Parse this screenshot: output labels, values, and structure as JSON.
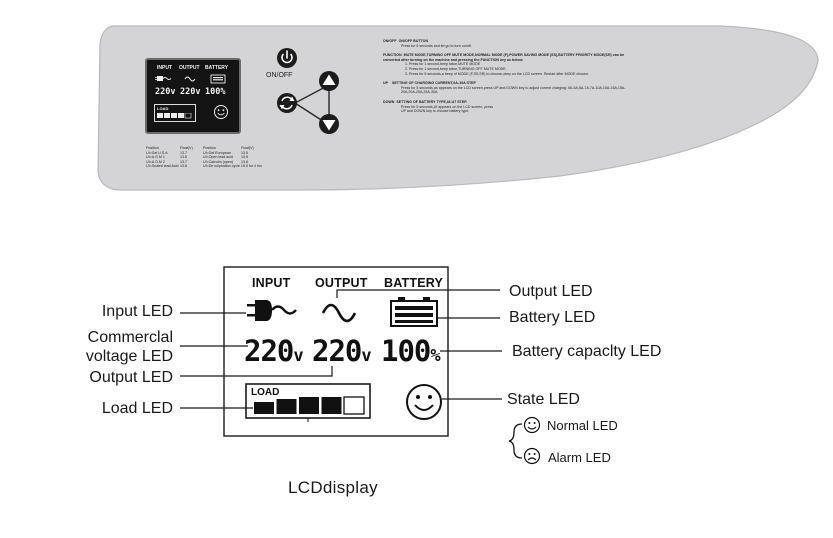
{
  "panel": {
    "power_button_label": "ON/OFF",
    "mini_lcd": {
      "input": "INPUT",
      "output": "OUTPUT",
      "battery": "BATTERY",
      "input_voltage": "220v",
      "output_voltage": "220v",
      "battery_percent": "100%",
      "load": "LOAD"
    },
    "table_left": {
      "col1": "Position",
      "col2": "Float(V)",
      "rows": [
        [
          "UI=Gel U.S.A",
          "13.7"
        ],
        [
          "UI=A.G.M 1",
          "13.6"
        ],
        [
          "UI=A.G.M 2",
          "13.7"
        ],
        [
          "UI=Sealed lead Acid",
          "13.6"
        ]
      ]
    },
    "table_right": {
      "col1": "Position",
      "col2": "Float(V)",
      "rows": [
        [
          "UI=Gel European",
          "13.5"
        ],
        [
          "UI=Open lead acid",
          "13.5"
        ],
        [
          "UI=Calcuim (open)",
          "13.6"
        ],
        [
          "UI=De sulphation cycle 15.5 for 4 hrs",
          ""
        ]
      ]
    },
    "instructions": [
      {
        "key": "ON/OFF",
        "text": "ON/OFF BUTTON",
        "sub": [
          "Press for 5 seconds and let go to turn on/off."
        ]
      },
      {
        "key": "FUNCTION",
        "text": "MUTE MODE,TURNING OFF MUTE MODE,NORMAL MODE (F),POWER SAVING MODE (SS),BATTERY PRIORITY MODE(SR) can be converted after turning on the machine and pressing the FUNCTION key as below:",
        "sub": [
          "1. Press for 1 second,beep twice,MUTE MODE",
          "2. Press for 1 second,beep twice,TURNING OFF MUTE MODE.",
          "3. Press for 5 seconds,a beep of MODE (F,SS,SR) to choose,obey on the LCD screen. Restart after MODE chosen."
        ]
      },
      {
        "key": "UP",
        "text": "SETTING OF CHARGING CURRENT,0A-10A STEP",
        "sub": [
          "Press for 5 seconds,an appears on the LCD screen,press UP and DOWN key to adjust current charging: 0A-5A,5A-7A,7A-10A,10A-15A,15A-20A,20A-25A,25A-30A."
        ]
      },
      {
        "key": "DOWN",
        "text": "SETTING OF BATTERY TYPE,UI-U7 STEP.",
        "sub": [
          "Press for 5 seconds,UI appears on the LCD screen, press",
          "UP and DOWN key to choose battery type."
        ]
      }
    ]
  },
  "lcd": {
    "headers": {
      "input": "INPUT",
      "output": "OUTPUT",
      "battery": "BATTERY"
    },
    "input_voltage": "220",
    "output_voltage": "220",
    "volt_unit": "v",
    "battery_value": "100",
    "battery_unit": "%",
    "load_label": "LOAD",
    "load_level": 0.8,
    "load_segments": 5
  },
  "labels": {
    "input_led": "Input LED",
    "commercial_line1": "Commerclal",
    "commercial_line2": "voltage LED",
    "output_led_left": "Output LED",
    "load_led": "Load LED",
    "output_led_right": "Output LED",
    "battery_led": "Battery LED",
    "battery_capacity_led": "Battery capaclty LED",
    "state_led": "State LED",
    "normal_led": "Normal LED",
    "alarm_led": "Alarm LED"
  },
  "caption": "LCDdisplay",
  "colors": {
    "panel_fill": "#d4d4d6",
    "panel_edge": "#b9b9bc",
    "lcd_screen": "#141414",
    "button_fill": "#1c1c1c"
  }
}
